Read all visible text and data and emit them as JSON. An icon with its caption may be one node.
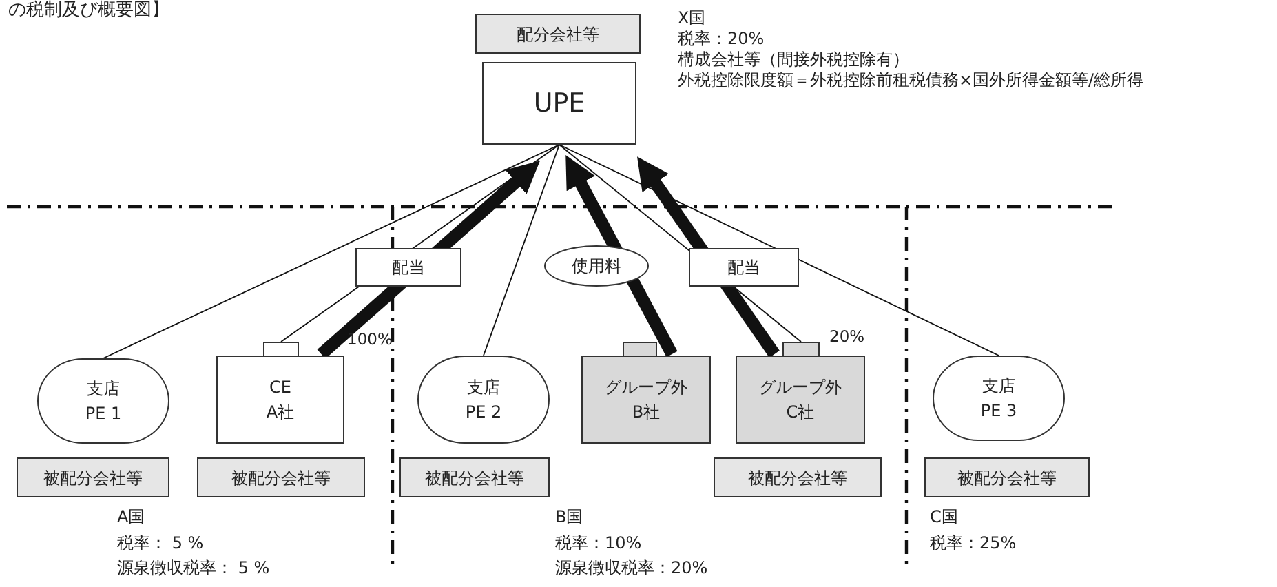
{
  "diagram": {
    "nodes": [
      {
        "text": [
          "配分会社等"
        ]
      },
      {
        "text": [
          "UPE"
        ]
      },
      {
        "text": [],
        "shape": "box"
      },
      {
        "text": [],
        "shape": "box"
      },
      {
        "text": [],
        "shape": "box"
      },
      {
        "text": [
          "支店",
          "PE 1"
        ]
      },
      {
        "text": [
          "CE",
          "A社"
        ]
      },
      {
        "text": [
          "支店",
          "PE 2"
        ]
      },
      {
        "text": [
          "グループ外",
          "B社"
        ]
      },
      {
        "text": [
          "グループ外",
          "C社"
        ]
      },
      {
        "text": [
          "支店",
          "PE 3"
        ]
      },
      {
        "text": [
          "被配分会社等"
        ]
      },
      {
        "text": [
          "被配分会社等"
        ]
      },
      {
        "text": [
          "被配分会社等"
        ]
      },
      {
        "text": [
          "被配分会社等"
        ]
      },
      {
        "text": [
          "被配分会社等"
        ]
      }
    ],
    "edges": [
      {
        "from": 1,
        "to": 5,
        "arrow": "none"
      },
      {
        "from": 1,
        "to": 2,
        "arrow": "none"
      },
      {
        "from": 1,
        "to": 7,
        "arrow": "none"
      },
      {
        "from": 1,
        "to": 4,
        "arrow": "none"
      },
      {
        "from": 1,
        "to": 10,
        "arrow": "none"
      },
      {
        "from": 6,
        "to": 1,
        "label": "配当",
        "arrow": "to",
        "style": "thick"
      },
      {
        "from": 8,
        "to": 1,
        "label": "使用料",
        "arrow": "to",
        "style": "thick"
      },
      {
        "from": 9,
        "to": 1,
        "label": "配当",
        "arrow": "to",
        "style": "thick"
      }
    ],
    "labels": [
      "の税制及び概要図】",
      "X国",
      "税率：20%",
      "構成会社等（間接外税控除有）",
      "外税控除限度額＝外税控除前租税債務×国外所得金額等/総所得",
      "100%",
      "20%",
      "A国",
      "税率： 5 %",
      "源泉徴収税率： 5 %",
      "B国",
      "税率：10%",
      "源泉徴収税率：20%",
      "C国",
      "税率：25%"
    ]
  }
}
